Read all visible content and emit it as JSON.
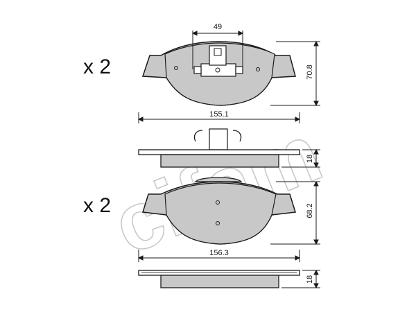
{
  "watermark": {
    "text": "cifam"
  },
  "top_pad": {
    "quantity": "x 2",
    "width_label": "155.1",
    "height_label": "70.8",
    "tab_width_label": "49",
    "thickness_label": "18"
  },
  "bottom_pad": {
    "quantity": "x 2",
    "width_label": "156.3",
    "height_label": "68.2",
    "thickness_label": "18"
  },
  "colors": {
    "pad_fill": "#c8c8c8",
    "line": "#1a1a1a",
    "watermark": "#c9c9c9"
  }
}
